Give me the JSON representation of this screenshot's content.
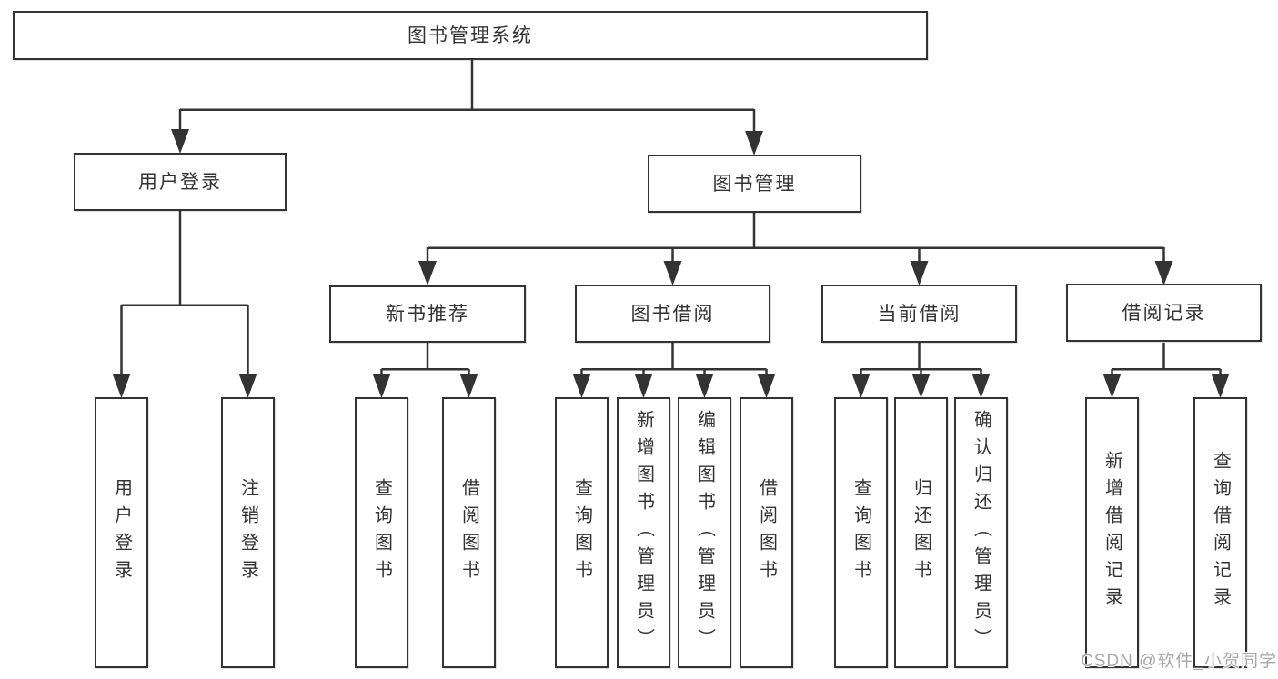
{
  "tree": {
    "root": {
      "label": "图书管理系统"
    },
    "user_branch": {
      "label": "用户登录",
      "children": [
        {
          "label": "用户登录"
        },
        {
          "label": "注销登录"
        }
      ]
    },
    "book_branch": {
      "label": "图书管理",
      "sections": [
        {
          "label": "新书推荐",
          "children": [
            {
              "label": "查询图书"
            },
            {
              "label": "借阅图书"
            }
          ]
        },
        {
          "label": "图书借阅",
          "children": [
            {
              "label": "查询图书"
            },
            {
              "label": "新增图书（管理员）"
            },
            {
              "label": "编辑图书（管理员）"
            },
            {
              "label": "借阅图书"
            }
          ]
        },
        {
          "label": "当前借阅",
          "children": [
            {
              "label": "查询图书"
            },
            {
              "label": "归还图书"
            },
            {
              "label": "确认归还（管理员）"
            }
          ]
        },
        {
          "label": "借阅记录",
          "children": [
            {
              "label": "新增借阅记录"
            },
            {
              "label": "查询借阅记录"
            }
          ]
        }
      ]
    }
  },
  "watermark": {
    "text": "CSDN @软件_小贺同学"
  },
  "colors": {
    "line": "#333333",
    "box_border": "#333333",
    "text": "#333333",
    "watermark": "#a8a8a8",
    "background": "#ffffff"
  }
}
